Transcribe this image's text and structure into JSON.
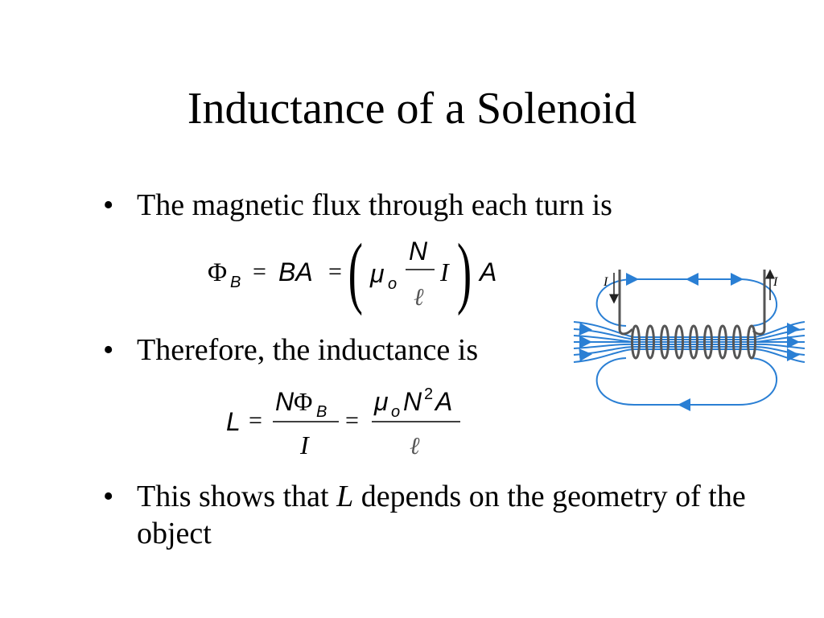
{
  "slide": {
    "title": "Inductance of a Solenoid",
    "bullets": [
      {
        "marker": "•",
        "text": "The magnetic flux through each turn is"
      },
      {
        "marker": "•",
        "text": "Therefore, the inductance is"
      },
      {
        "marker": "•",
        "pre": "This shows that ",
        "var": "L",
        "post": " depends on the geometry of the object"
      }
    ]
  },
  "eq1": {
    "phi": "Φ",
    "sub_b": "B",
    "eq": "=",
    "ba": "BA",
    "eq2": "=",
    "lparen": "(",
    "mu": "μ",
    "sub_o": "o",
    "num_n": "N",
    "den_l": "ℓ",
    "i": "I",
    "rparen": ")",
    "a": "A"
  },
  "eq2": {
    "l": "L",
    "eq": "=",
    "num_n": "N",
    "num_phi": "Φ",
    "sub_b": "B",
    "den_i": "I",
    "eq2": "=",
    "mu": "μ",
    "sub_o": "o",
    "n": "N",
    "sup2": "2",
    "a": "A",
    "den_l": "ℓ"
  },
  "diagram": {
    "current_label_left": "I",
    "current_label_right": "I",
    "field_color": "#2a7fd4",
    "coil_color": "#555555"
  }
}
